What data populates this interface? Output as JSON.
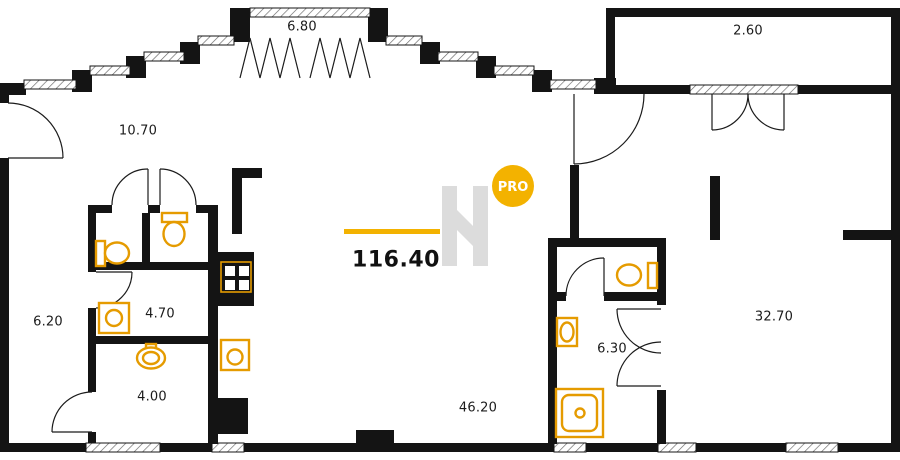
{
  "plan": {
    "total_area": "116.40",
    "watermark": {
      "badge": "PRO"
    },
    "rooms": {
      "balcony_top": "6.80",
      "loggia_right": "2.60",
      "hall": "10.70",
      "corridor": "6.20",
      "bathroom_small": "4.70",
      "bathroom_left": "4.00",
      "living_kitchen": "46.20",
      "bathroom_right": "6.30",
      "bedroom": "32.70"
    },
    "colors": {
      "wall": "#141414",
      "fixture": "#E59B00",
      "accent": "#F3B200",
      "watermark_gray": "#DCDCDC",
      "window_hatch": "#666666"
    }
  }
}
